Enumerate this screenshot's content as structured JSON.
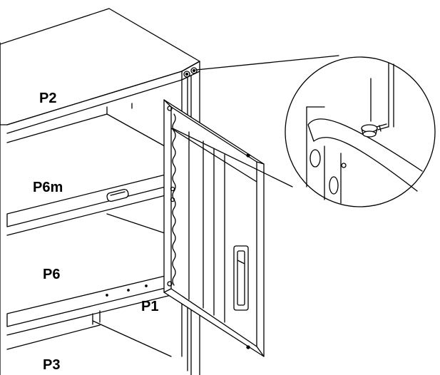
{
  "labels": {
    "p2": "P2",
    "p6m": "P6m",
    "p6": "P6",
    "p1": "P1",
    "p3": "P3"
  },
  "colors": {
    "line": "#000000",
    "background": "#ffffff",
    "shade": "#f2f2f2"
  }
}
